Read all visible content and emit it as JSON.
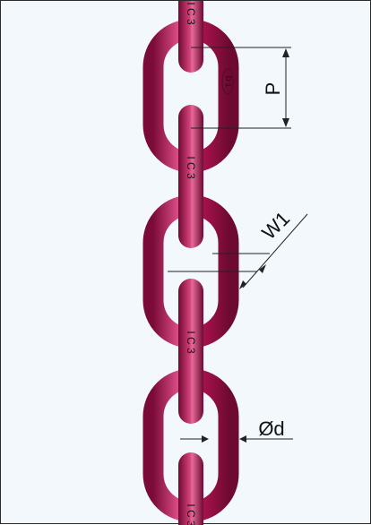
{
  "diagram": {
    "chain_color": "#b01451",
    "chain_highlight": "#e05a8c",
    "chain_shadow": "#6e0a32",
    "background": "#f2f8fc",
    "line_color": "#222222",
    "labels": {
      "pitch": "P",
      "width": "W1",
      "diameter": "Ød"
    },
    "link_marks": {
      "grade_mark": "I C 3",
      "tag_mark": "D 1"
    }
  }
}
